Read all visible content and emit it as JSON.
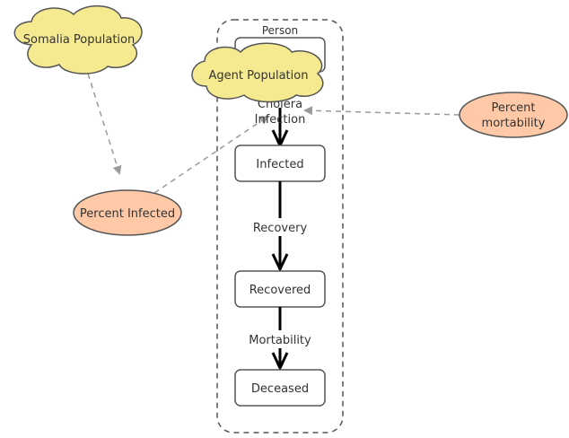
{
  "diagram": {
    "container": {
      "label": "Person"
    },
    "states": {
      "top": "",
      "infected": "Infected",
      "recovered": "Recovered",
      "deceased": "Deceased"
    },
    "transitions": {
      "infection_line1": "Cholera",
      "infection_line2": "Infection",
      "recovery": "Recovery",
      "mortability": "Mortability"
    },
    "clouds": {
      "somalia_population": "Somalia Population",
      "agent_population": "Agent Population"
    },
    "parameters": {
      "percent_infected": "Percent Infected",
      "percent_mortability_line1": "Percent",
      "percent_mortability_line2": "mortability"
    },
    "colors": {
      "cloud_fill": "#f5ea8f",
      "parameter_fill": "#ffc9a7",
      "stroke": "#555555",
      "dashed_link": "#9a9a9a",
      "transition_arrow": "#000000"
    }
  }
}
